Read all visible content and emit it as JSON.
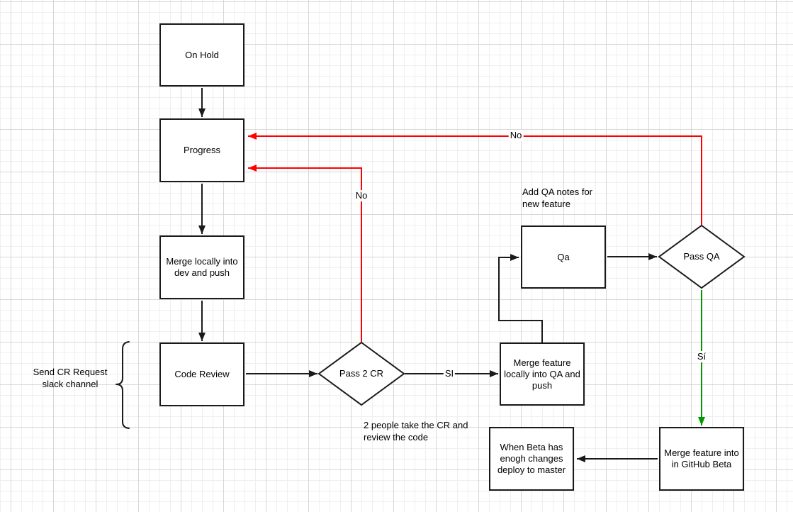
{
  "diagram": {
    "nodes": {
      "on_hold": {
        "label": "On Hold"
      },
      "progress": {
        "label": "Progress"
      },
      "merge_dev": {
        "label": "Merge locally into dev and push"
      },
      "code_review": {
        "label": "Code Review"
      },
      "pass_2_cr": {
        "label": "Pass 2 CR"
      },
      "merge_qa": {
        "label": "Merge feature locally into QA and push"
      },
      "qa": {
        "label": "Qa"
      },
      "pass_qa": {
        "label": "Pass QA"
      },
      "when_beta": {
        "label": "When Beta has enogh changes deploy to master"
      },
      "merge_beta": {
        "label": "Merge feature into in GitHub Beta"
      }
    },
    "edge_labels": {
      "no_top": "No",
      "no_mid": "No",
      "si_cr": "SI",
      "si_qa": "Sí"
    },
    "annotations": {
      "send_cr": "Send CR Request slack channel",
      "two_people": "2 people take the CR and review the code",
      "add_qa_notes": "Add QA notes for new feature"
    },
    "colors": {
      "node_border": "#1a1a1a",
      "node_fill": "#ffffff",
      "edge_black": "#1a1a1a",
      "edge_red": "#ff0000",
      "edge_green": "#009900",
      "grid_minor": "#efefef",
      "grid_major": "#d7d7d7"
    }
  }
}
